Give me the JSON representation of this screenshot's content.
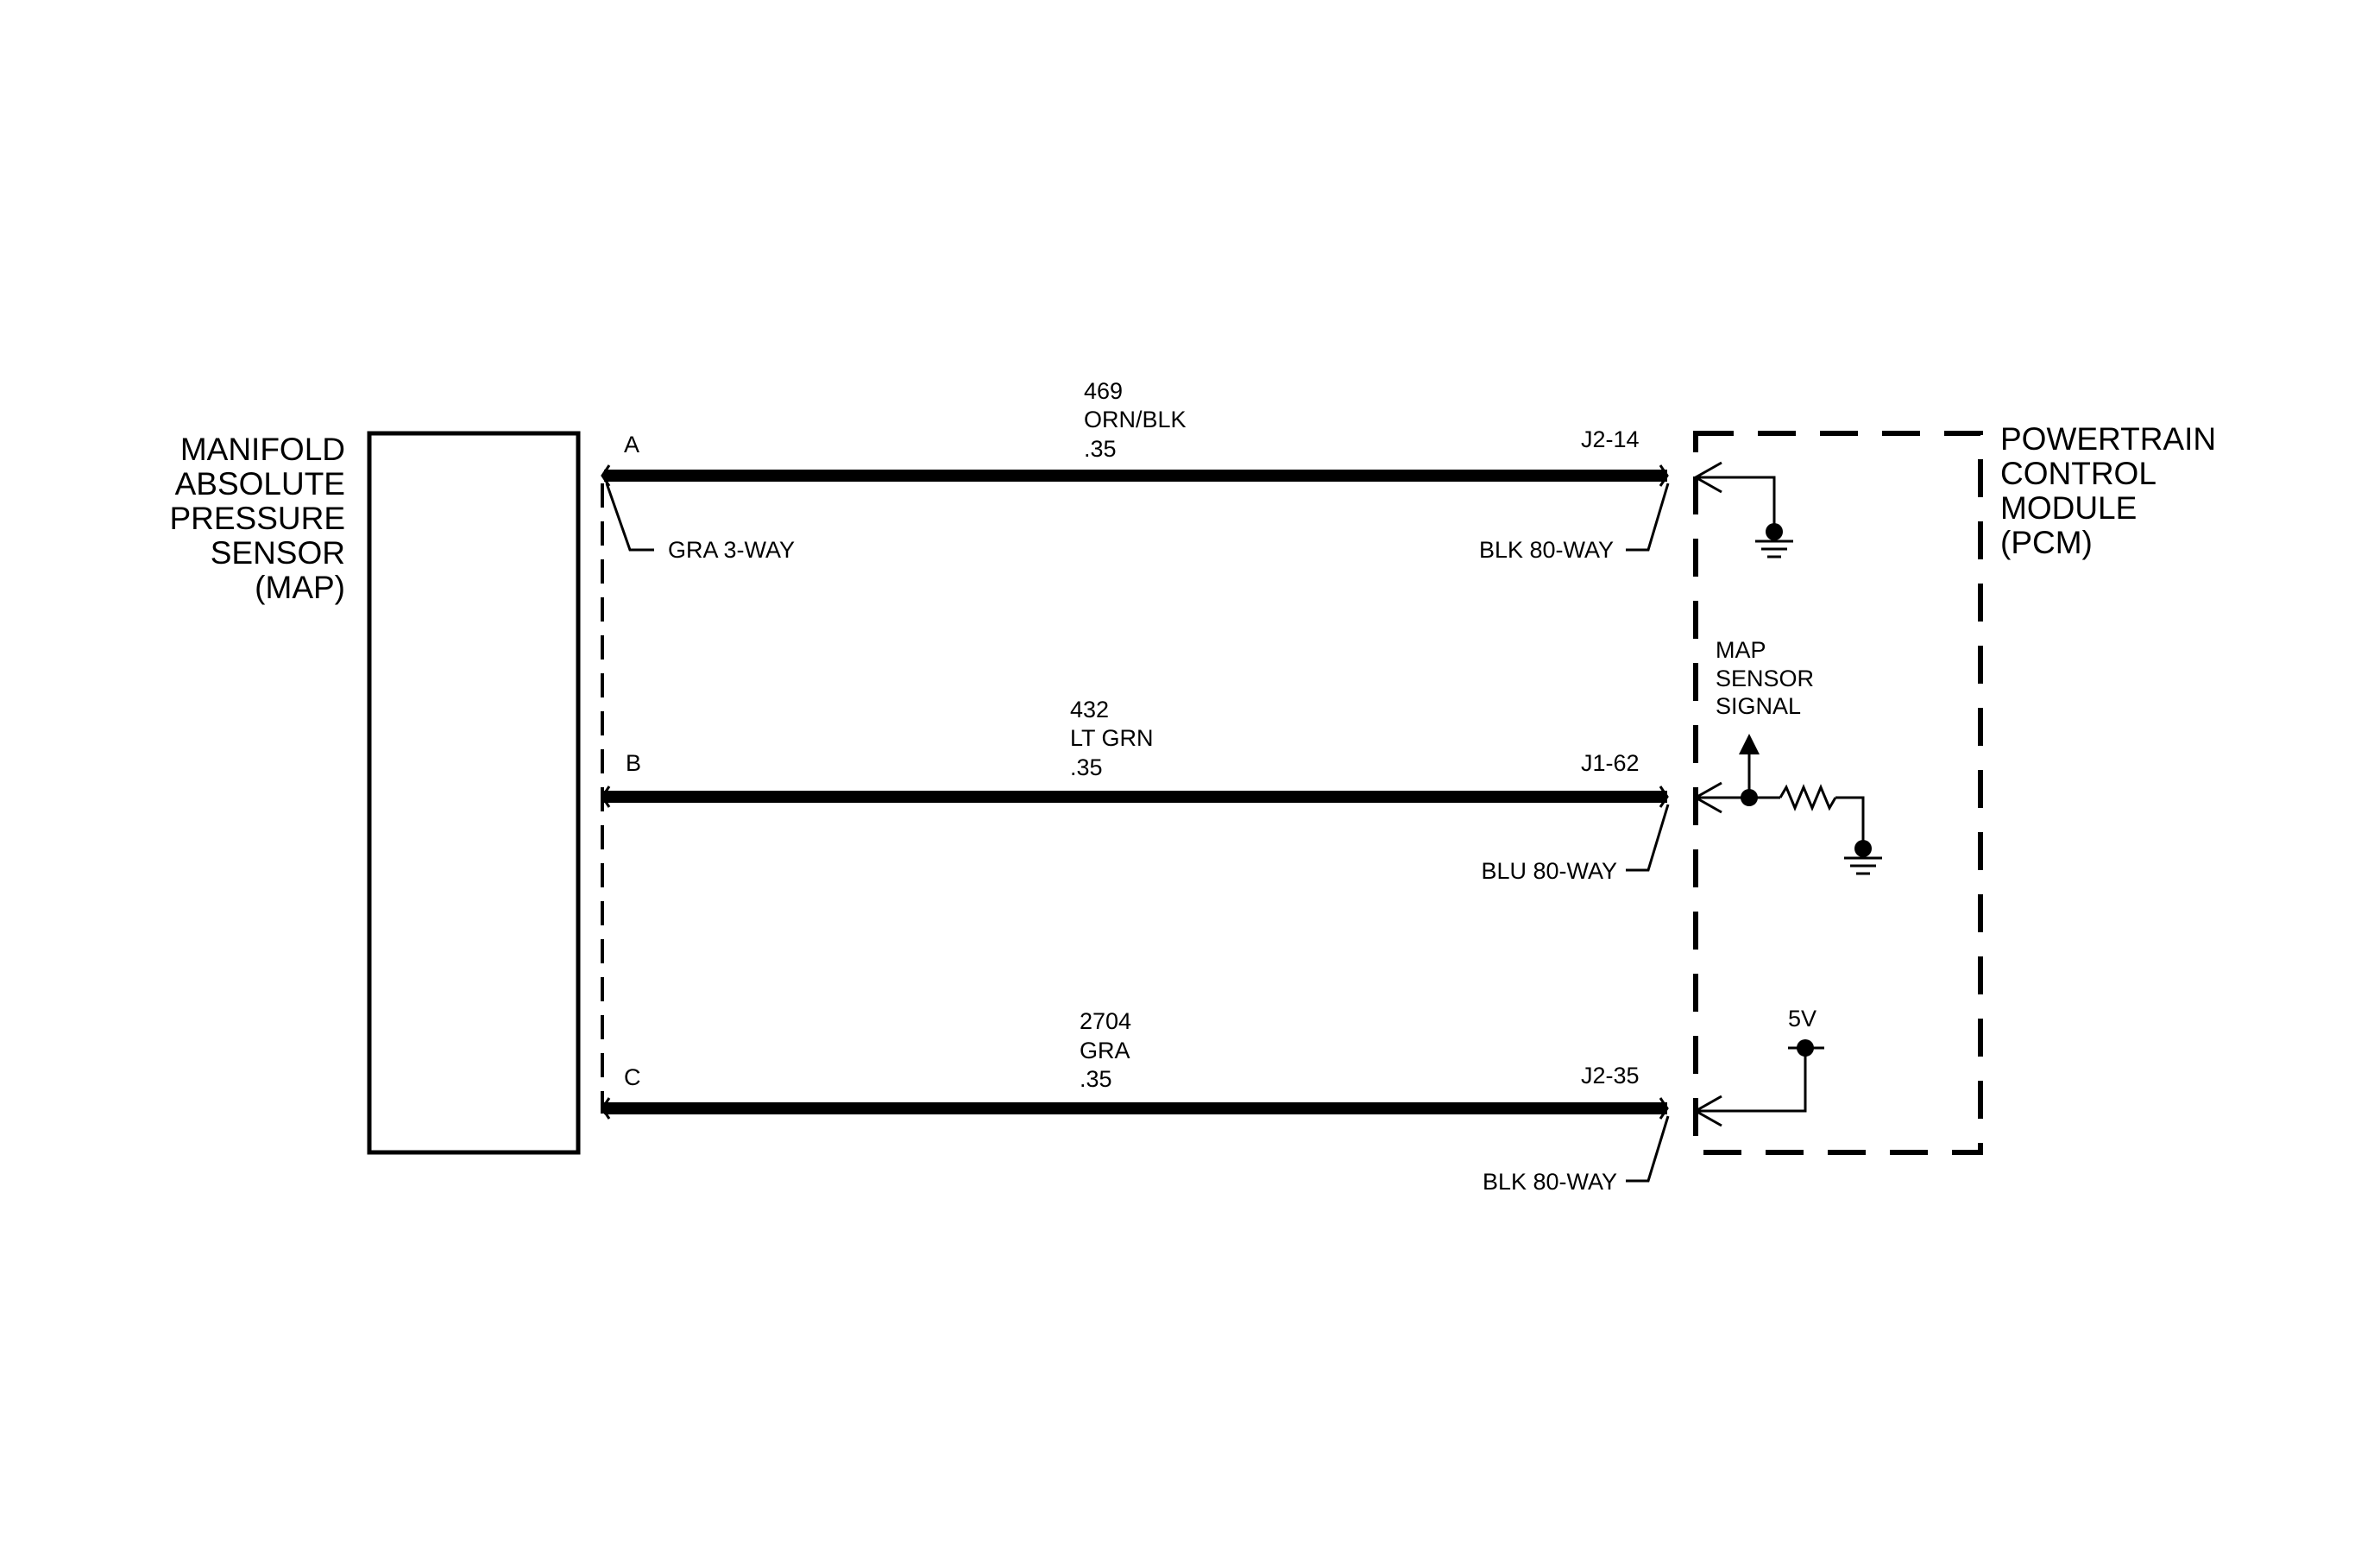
{
  "sensor": {
    "lines": [
      "MANIFOLD",
      "ABSOLUTE",
      "PRESSURE",
      "SENSOR",
      "(MAP)"
    ]
  },
  "pcm": {
    "lines": [
      "POWERTRAIN",
      "CONTROL",
      "MODULE",
      "(PCM)"
    ]
  },
  "connector_left": {
    "label": "GRA 3-WAY"
  },
  "circuits": [
    {
      "pin": "A",
      "circuit_number": "469",
      "color": "ORN/BLK",
      "gauge": ".35",
      "pcm_terminal": "J2-14",
      "pcm_connector": "BLK 80-WAY"
    },
    {
      "pin": "B",
      "circuit_number": "432",
      "color": "LT GRN",
      "gauge": ".35",
      "pcm_terminal": "J1-62",
      "pcm_connector": "BLU 80-WAY"
    },
    {
      "pin": "C",
      "circuit_number": "2704",
      "color": "GRA",
      "gauge": ".35",
      "pcm_terminal": "J2-35",
      "pcm_connector": "BLK 80-WAY"
    }
  ],
  "internal": {
    "signal_lines": [
      "MAP",
      "SENSOR",
      "SIGNAL"
    ],
    "reference_voltage": "5V"
  }
}
